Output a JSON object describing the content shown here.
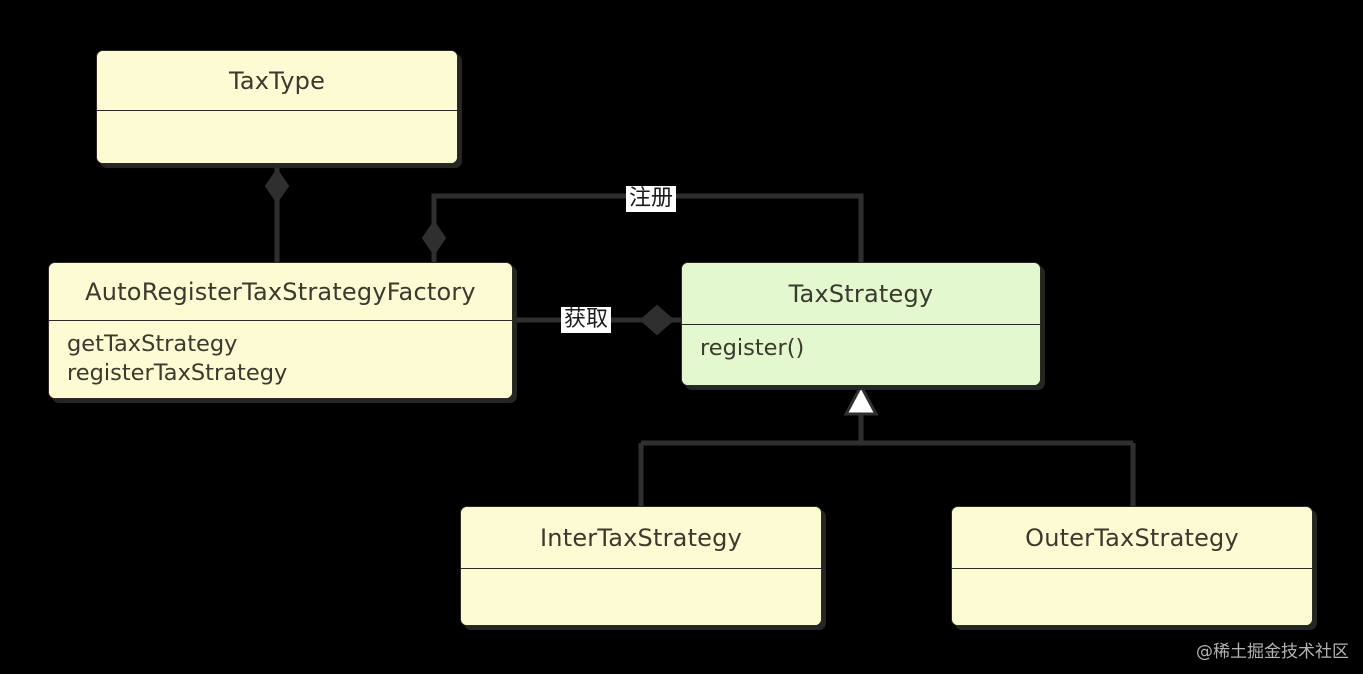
{
  "diagram": {
    "type": "uml-class-diagram",
    "background_color": "#000000",
    "line_color": "#2f2f2f",
    "classes": [
      {
        "id": "taxtype",
        "name": "TaxType",
        "members": "",
        "fill": "#fcfbd3"
      },
      {
        "id": "factory",
        "name": "AutoRegisterTaxStrategyFactory",
        "members": "getTaxStrategy\nregisterTaxStrategy",
        "fill": "#fcfbd3"
      },
      {
        "id": "taxstrategy",
        "name": "TaxStrategy",
        "members": "register()",
        "fill": "#e3f8cf"
      },
      {
        "id": "intertaxstrategy",
        "name": "InterTaxStrategy",
        "members": "",
        "fill": "#fcfbd3"
      },
      {
        "id": "outertaxstrategy",
        "name": "OuterTaxStrategy",
        "members": "",
        "fill": "#fcfbd3"
      }
    ],
    "relations": [
      {
        "id": "register",
        "label": "注册",
        "from": "taxstrategy",
        "to": "factory",
        "kind": "composition"
      },
      {
        "id": "obtain",
        "label": "获取",
        "from": "factory",
        "to": "taxstrategy",
        "kind": "composition"
      },
      {
        "id": "taxtype-factory",
        "label": "",
        "from": "taxtype",
        "to": "factory",
        "kind": "composition"
      },
      {
        "id": "inter-inherit",
        "label": "",
        "from": "intertaxstrategy",
        "to": "taxstrategy",
        "kind": "inheritance"
      },
      {
        "id": "outer-inherit",
        "label": "",
        "from": "outertaxstrategy",
        "to": "taxstrategy",
        "kind": "inheritance"
      }
    ]
  },
  "watermark": {
    "text": "@稀土掘金技术社区"
  }
}
